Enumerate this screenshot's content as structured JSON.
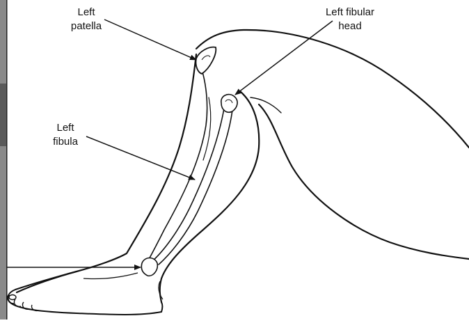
{
  "labels": {
    "left_patella": {
      "line1": "Left",
      "line2": "patella"
    },
    "left_fibular_head": {
      "line1": "Left fibular",
      "line2": "head"
    },
    "left_fibula": {
      "line1": "Left",
      "line2": "fibula"
    }
  },
  "colors": {
    "ink": "#111111",
    "background": "#ffffff",
    "left_edge_shading": "#7a7a7a"
  }
}
